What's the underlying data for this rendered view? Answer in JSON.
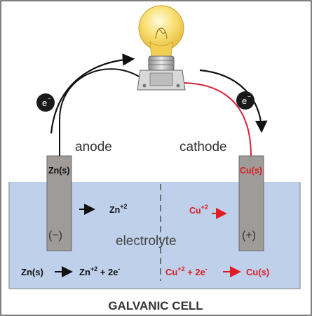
{
  "title": "GALVANIC CELL",
  "labels": {
    "anode": "anode",
    "cathode": "cathode",
    "electrolyte": "electrolyte",
    "electron": "e",
    "electron_charge": "−"
  },
  "anode": {
    "electrode": "Zn(s)",
    "sign": "(−)",
    "ion_base": "Zn",
    "ion_charge": "+2"
  },
  "cathode": {
    "electrode": "Cu(s)",
    "sign": "(+)",
    "ion_base": "Cu",
    "ion_charge": "+2"
  },
  "equations": {
    "anode": {
      "left": "Zn(s)",
      "right_base": "Zn",
      "right_charge": "+2",
      "right_tail": " + 2e",
      "right_tail_sup": "-"
    },
    "cathode": {
      "left_base": "Cu",
      "left_charge": "+2",
      "left_tail": " + 2e",
      "left_tail_sup": "-",
      "right": "Cu(s)"
    }
  },
  "colors": {
    "electrolyte": "#bfd0ea",
    "electrode": "#9e9b99",
    "cathode_text": "#e11b22",
    "wire_left": "#111111",
    "wire_right": "#d3243c",
    "bulb": "#f6d85a",
    "frame": "#555555"
  }
}
